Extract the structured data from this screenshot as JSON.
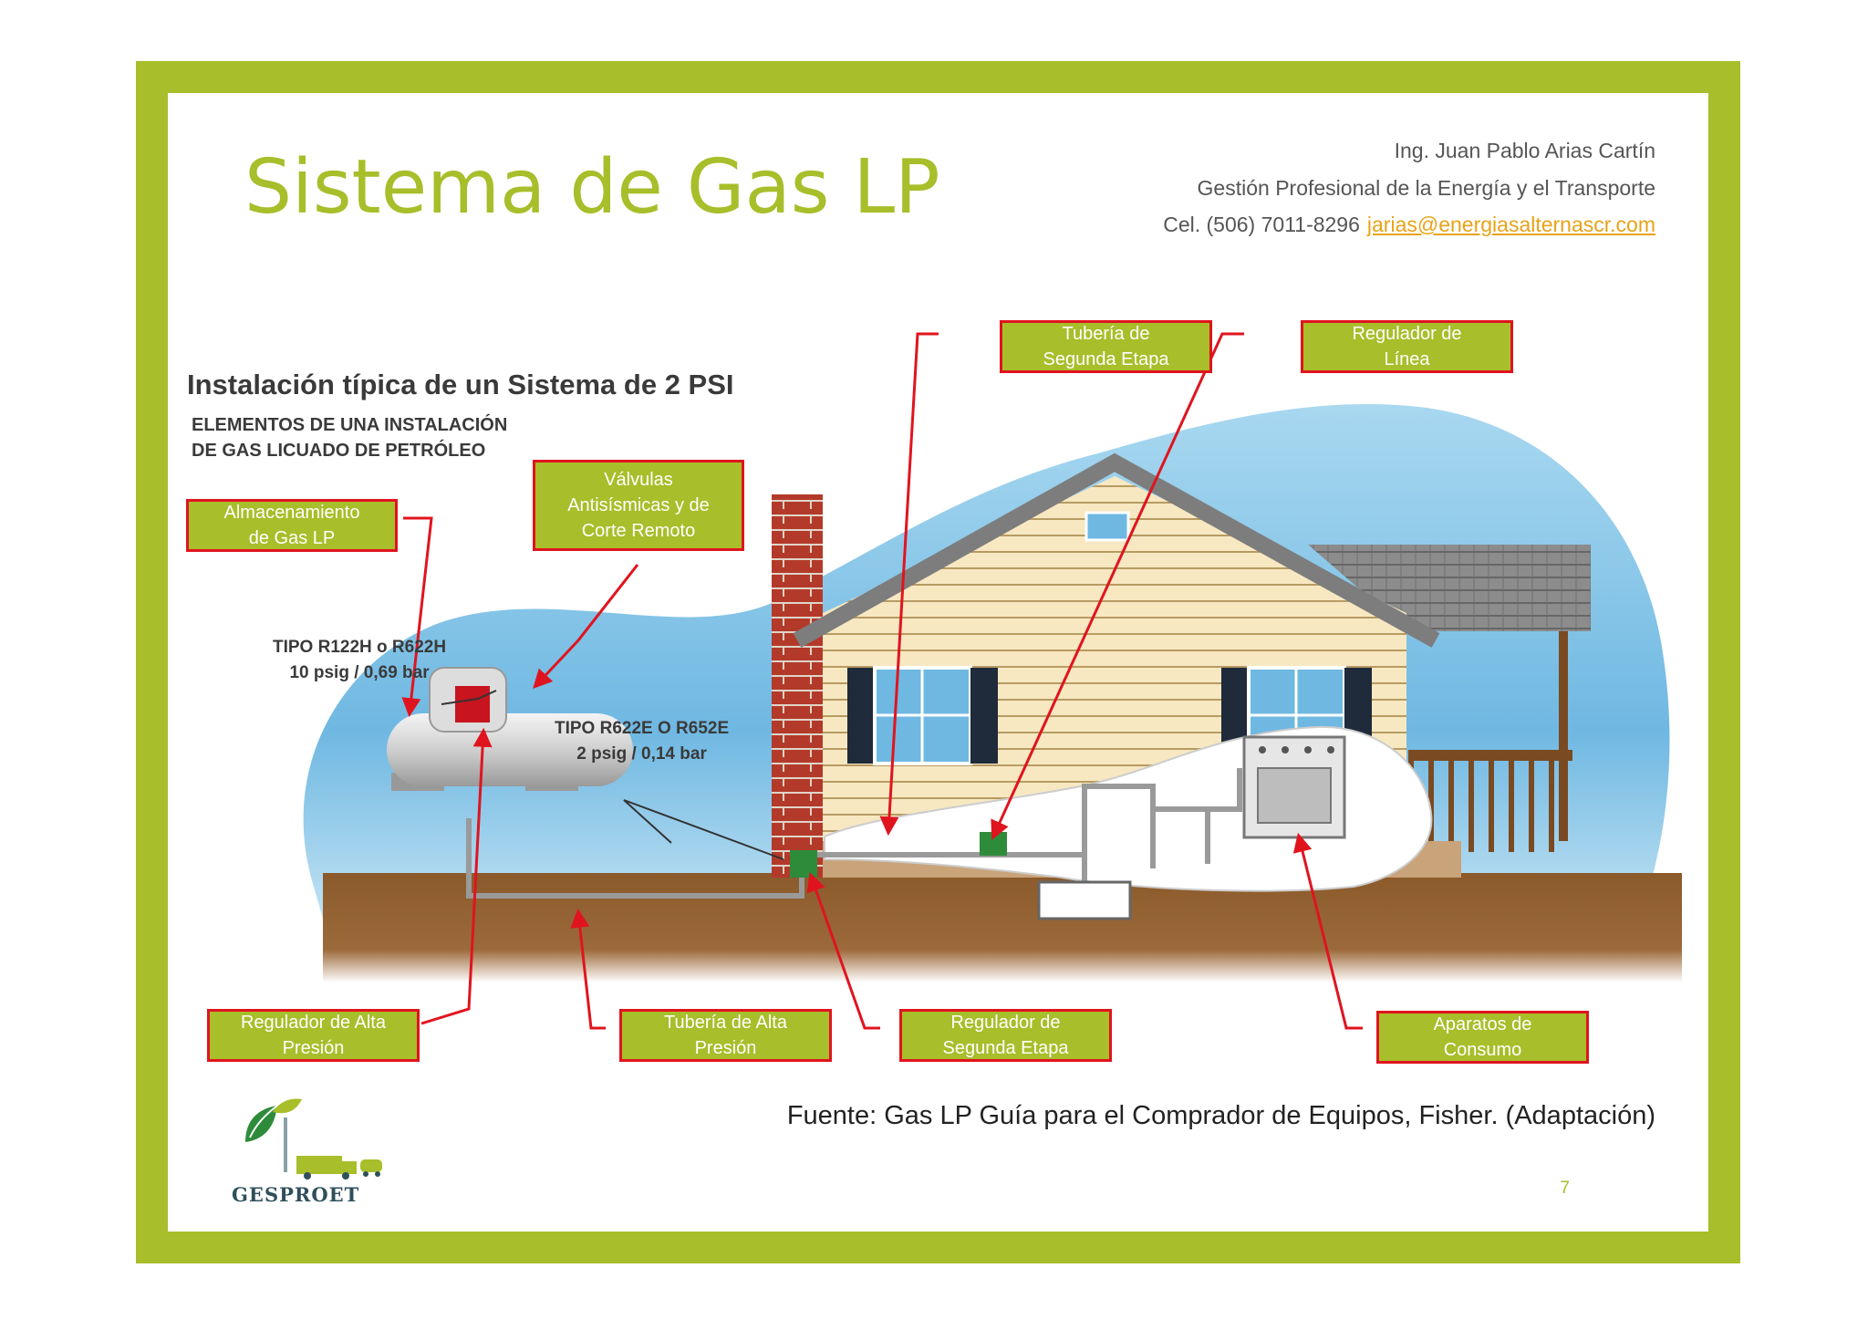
{
  "slide": {
    "title": "Sistema de Gas LP",
    "author": "Ing. Juan Pablo Arias Cartín",
    "org": "Gestión Profesional de la Energía y el Transporte",
    "phone": "Cel. (506) 7011-8296",
    "email": "jarias@energiasalternascr.com",
    "source": "Fuente:   Gas LP Guía para el Comprador de Equipos, Fisher. (Adaptación)",
    "page_number": "7",
    "logo_text": "GESPROET"
  },
  "diagram": {
    "heading": "Instalación típica de un Sistema de 2 PSI",
    "subheading_1": "ELEMENTOS DE UNA INSTALACIÓN",
    "subheading_2": "DE GAS LICUADO DE PETRÓLEO",
    "spec_high_1": "TIPO R122H o R622H",
    "spec_high_2": "10 psig / 0,69 bar",
    "spec_second_1": "TIPO R622E O R652E",
    "spec_second_2": "2 psig / 0,14 bar",
    "callouts": {
      "almacenamiento": [
        "Almacenamiento",
        "de Gas LP"
      ],
      "valvulas": [
        "Válvulas",
        "Antisísmicas y de",
        "Corte Remoto"
      ],
      "tuberia_segunda": [
        "Tubería de",
        "Segunda Etapa"
      ],
      "regulador_linea": [
        "Regulador de",
        "Línea"
      ],
      "regulador_alta": [
        "Regulador de Alta",
        "Presión"
      ],
      "tuberia_alta": [
        "Tubería de Alta",
        "Presión"
      ],
      "regulador_segunda": [
        "Regulador de",
        "Segunda Etapa"
      ],
      "aparatos": [
        "Aparatos de",
        "Consumo"
      ]
    }
  },
  "colors": {
    "frame_green": "#a8be2a",
    "callout_border": "#e0141e",
    "arrow_red": "#e0141e",
    "sky_blue": "#7fc4e8",
    "ground_brown": "#8b5a2b"
  }
}
